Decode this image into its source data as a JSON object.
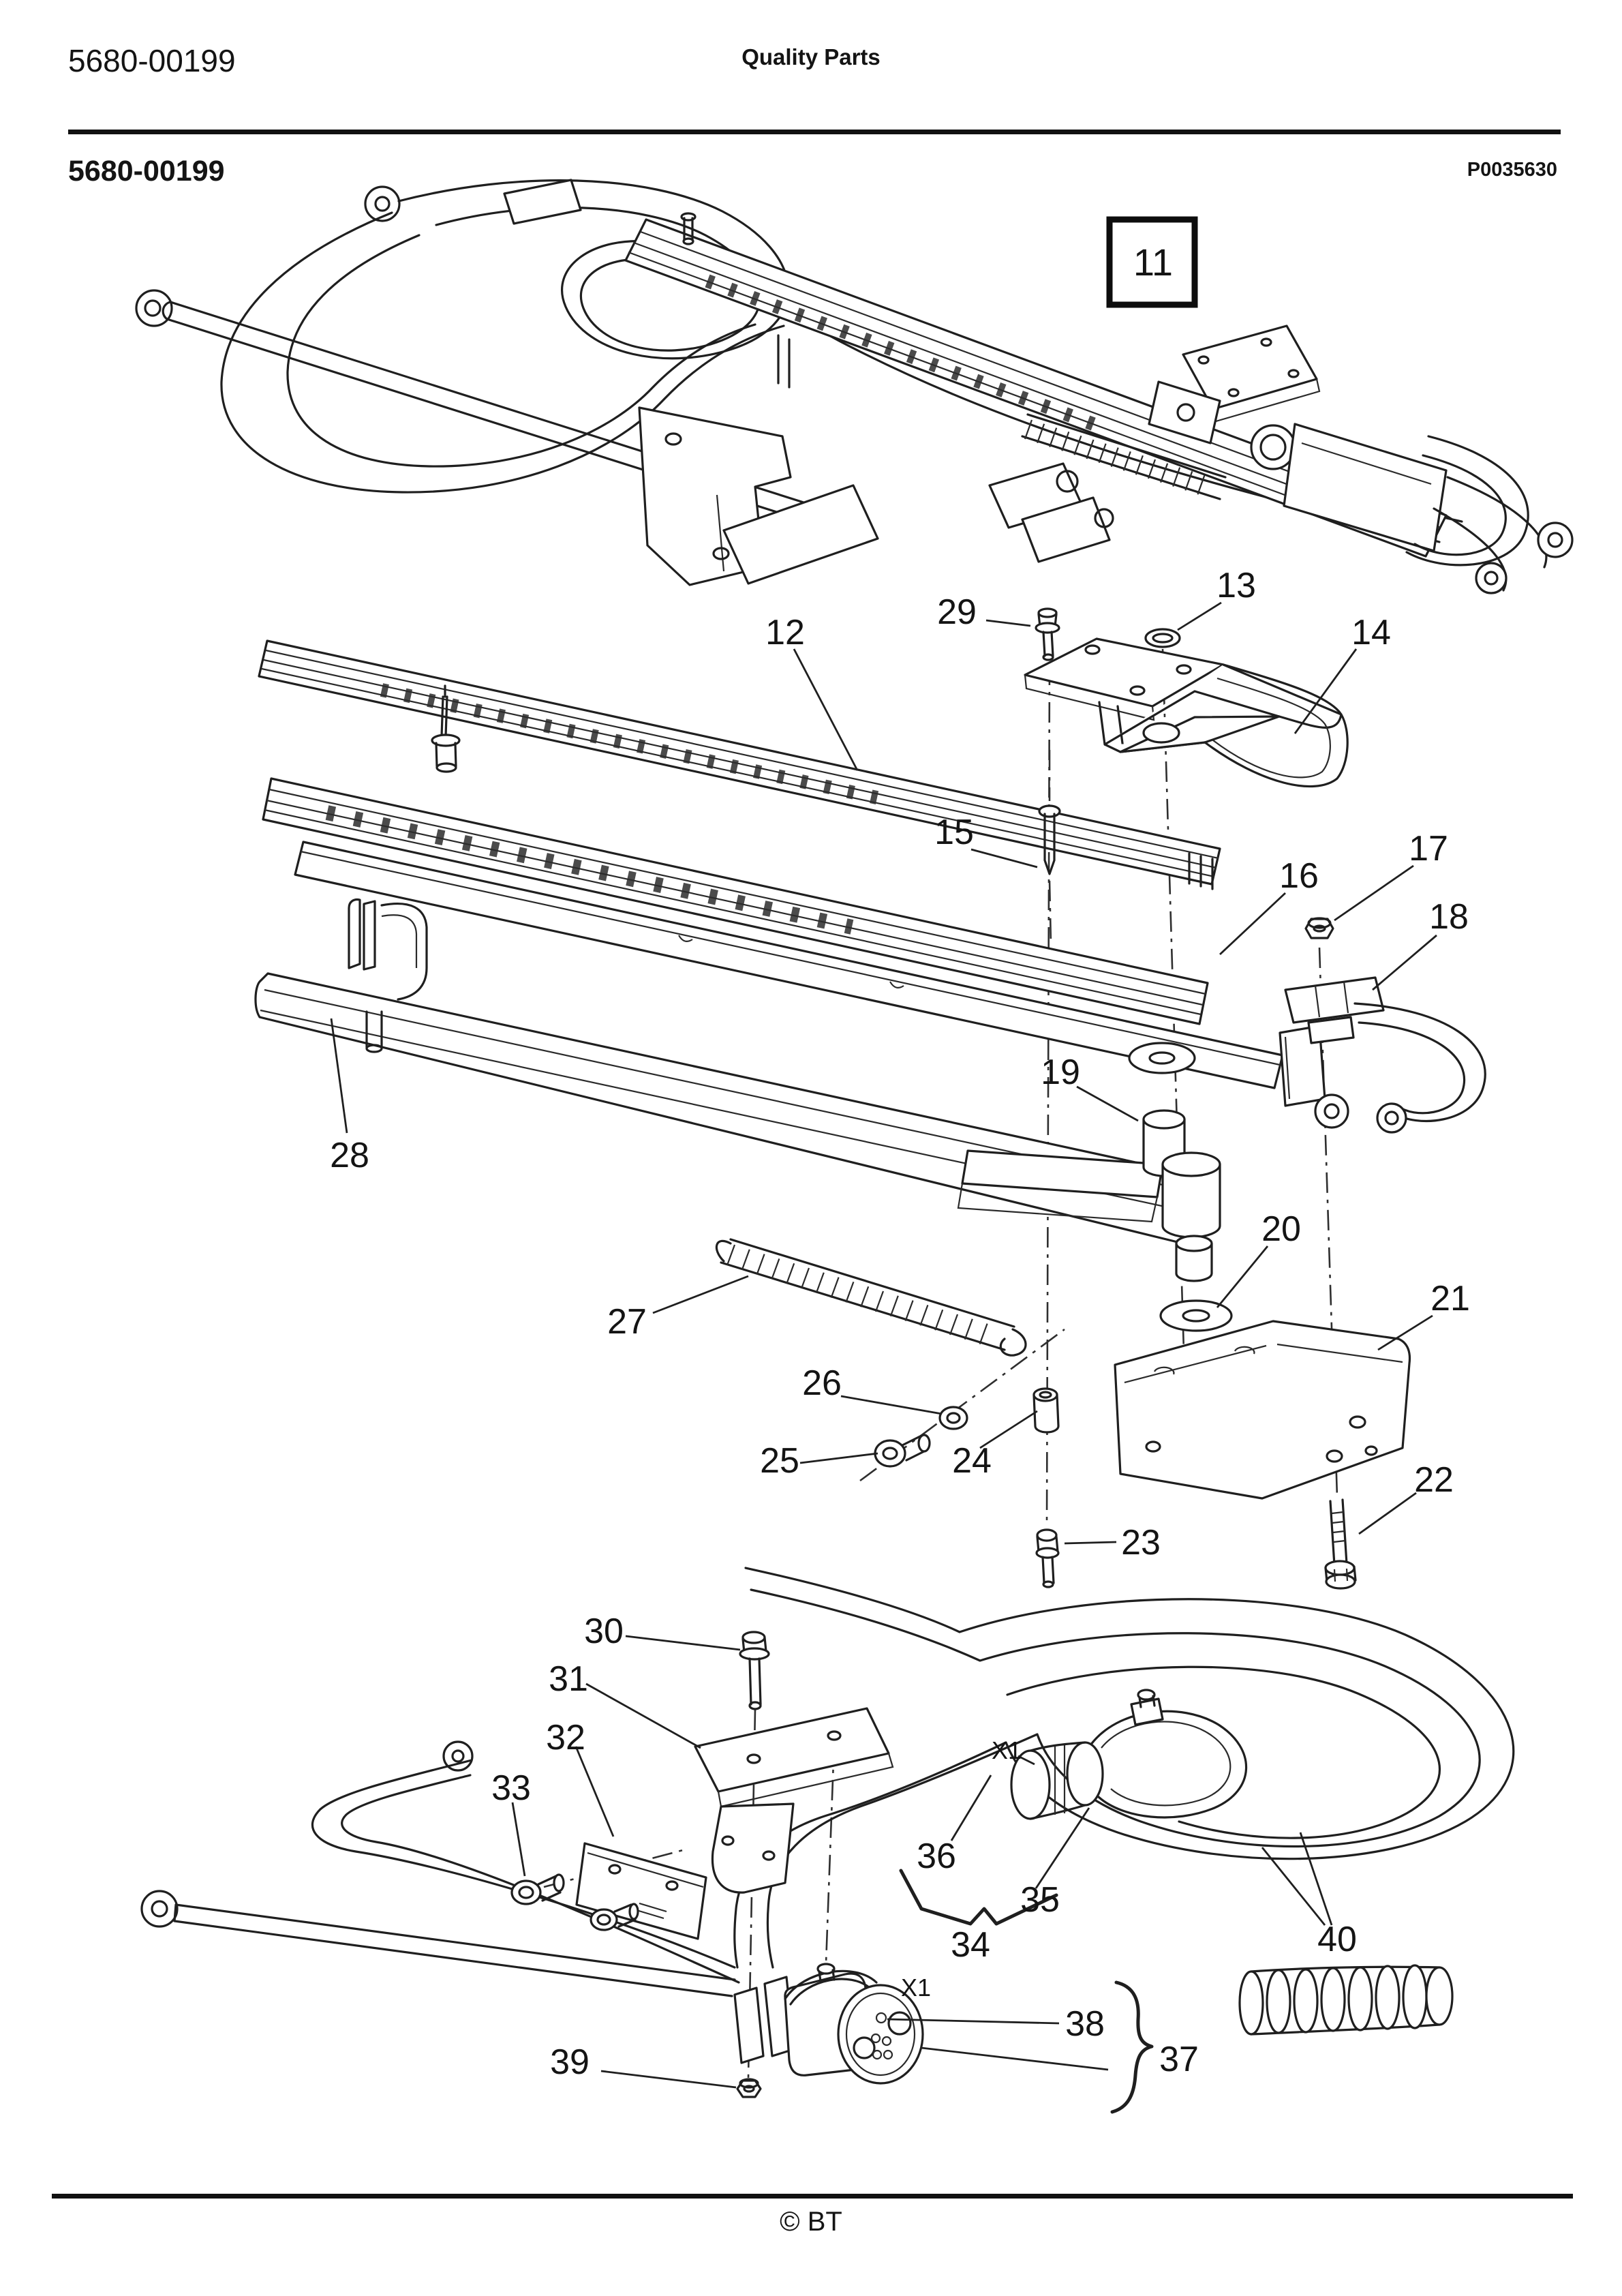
{
  "page": {
    "doc_number_header": "5680-00199",
    "header_center": "Quality Parts",
    "doc_number_figure": "5680-00199",
    "plate_code": "P0035630",
    "footer_copyright": "© BT"
  },
  "callouts": {
    "c11": "11",
    "c12": "12",
    "c13": "13",
    "c14": "14",
    "c15": "15",
    "c16": "16",
    "c17": "17",
    "c18": "18",
    "c19": "19",
    "c20": "20",
    "c21": "21",
    "c22": "22",
    "c23": "23",
    "c24": "24",
    "c25": "25",
    "c26": "26",
    "c27": "27",
    "c28": "28",
    "c29": "29",
    "c30": "30",
    "c31": "31",
    "c32": "32",
    "c33": "33",
    "c34": "34",
    "c35": "35",
    "c36": "36",
    "c37": "37",
    "c38": "38",
    "c39": "39",
    "c40": "40"
  },
  "markers": {
    "x1_clamp": "X1",
    "x1_connector": "X1"
  }
}
